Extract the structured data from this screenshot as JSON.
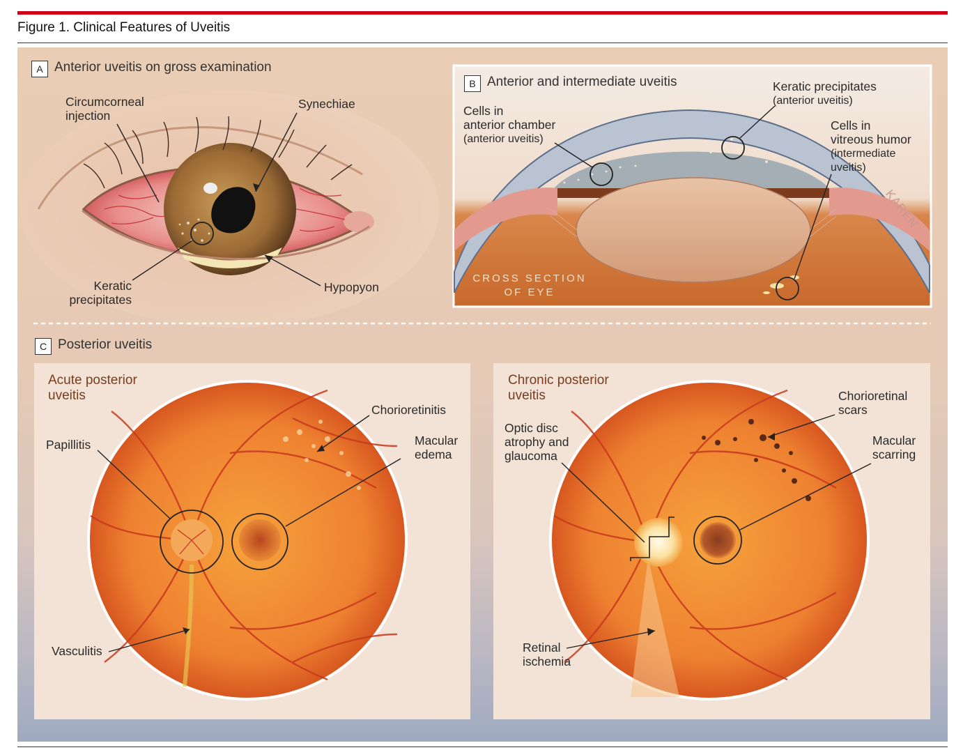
{
  "figure": {
    "title": "Figure 1. Clinical Features of Uveitis"
  },
  "panel_a": {
    "letter": "A",
    "title": "Anterior uveitis on gross examination",
    "labels": {
      "circumcorneal": "Circumcorneal\ninjection",
      "synechiae": "Synechiae",
      "keratic": "Keratic\nprecipitates",
      "hypopyon": "Hypopyon"
    }
  },
  "panel_b": {
    "letter": "B",
    "title": "Anterior and intermediate uveitis",
    "labels": {
      "cells_ac": "Cells in\nanterior chamber",
      "cells_ac_sub": "(anterior uveitis)",
      "keratic": "Keratic precipitates",
      "keratic_sub": "(anterior uveitis)",
      "cells_vit": "Cells in\nvitreous humor",
      "cells_vit_sub": "(intermediate\nuveitis)"
    },
    "cross_section": "CROSS SECTION\nOF EYE",
    "signature": "KAREN"
  },
  "panel_c": {
    "letter": "C",
    "title": "Posterior uveitis",
    "acute": {
      "title": "Acute posterior\nuveitis",
      "labels": {
        "chorioretinitis": "Chorioretinitis",
        "papillitis": "Papillitis",
        "macular_edema": "Macular\nedema",
        "vasculitis": "Vasculitis"
      }
    },
    "chronic": {
      "title": "Chronic posterior\nuveitis",
      "labels": {
        "chorioretinal_scars": "Chorioretinal\nscars",
        "optic_disc": "Optic disc\natrophy and\nglaucoma",
        "macular_scarring": "Macular\nscarring",
        "retinal_ischemia": "Retinal\nischemia"
      }
    }
  }
}
